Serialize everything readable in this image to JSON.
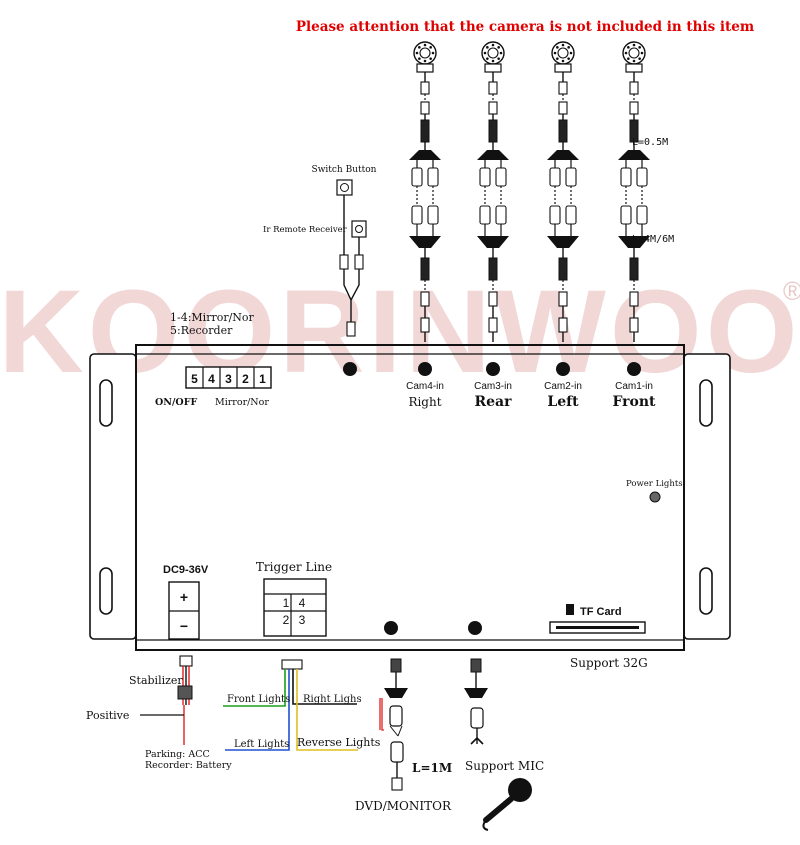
{
  "notice": "Please attention that the camera is not included in this item",
  "watermark": "KOORINWOO",
  "watermark_mark": "®",
  "colors": {
    "notice": "#e00000",
    "watermark": "#e8b8b8",
    "wire_red": "#e02020",
    "wire_green": "#1aa01a",
    "wire_blue": "#2050d0",
    "wire_yellow": "#e0c020",
    "line": "#111111"
  },
  "labels": {
    "switch_button": "Switch Button",
    "ir_remote": "Ir Remote Receiver",
    "mirror_mode_1": "1-4:Mirror/Nor",
    "mirror_mode_2": "5:Recorder",
    "on_off": "ON/OFF",
    "mirror_nor": "Mirror/Nor",
    "dip": [
      "5",
      "4",
      "3",
      "2",
      "1"
    ],
    "cable_short": "L=0.5M",
    "cable_long": "L=4M/6M",
    "power_lights": "Power Lights",
    "dc": "DC9-36V",
    "plus": "+",
    "minus": "−",
    "trigger_line": "Trigger Line",
    "trigger_nums": [
      "1",
      "4",
      "2",
      "3"
    ],
    "tf_card": "TF Card",
    "support_32g": "Support 32G",
    "stabilizer": "Stabilizer",
    "positive": "Positive",
    "parking_acc": "Parking: ACC",
    "recorder_battery": "Recorder: Battery",
    "front_lights": "Front Lights",
    "right_lights": "Right Lighs",
    "left_lights": "Left Lights",
    "reverse_lights": "Reverse Lights",
    "cable_1m": "L=1M",
    "dvd_monitor": "DVD/MONITOR",
    "support_mic": "Support MIC"
  },
  "cams": [
    {
      "port": "Cam4-in",
      "position": "Right"
    },
    {
      "port": "Cam3-in",
      "position": "Rear"
    },
    {
      "port": "Cam2-in",
      "position": "Left"
    },
    {
      "port": "Cam1-in",
      "position": "Front"
    }
  ]
}
